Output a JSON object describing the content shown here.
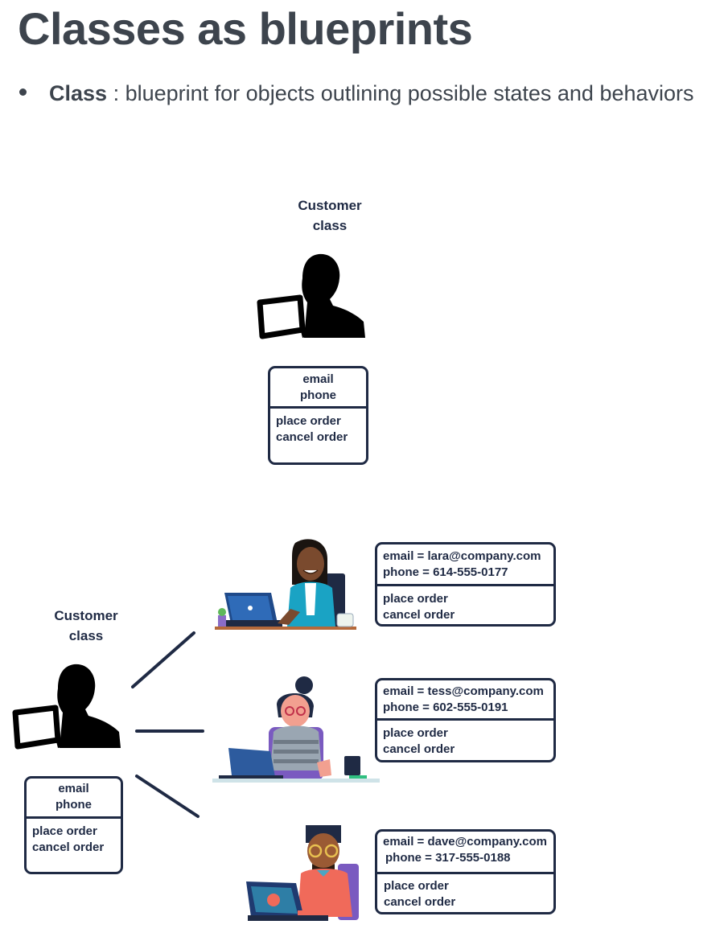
{
  "slide": {
    "title": "Classes as blueprints",
    "bullet": {
      "term": "Class",
      "separator": " : ",
      "text": "blueprint for objects outlining possible states and behaviors"
    }
  },
  "class_diagram_top": {
    "label_line1": "Customer",
    "label_line2": "class",
    "attributes": [
      "email",
      "phone"
    ],
    "methods": [
      "place order",
      "cancel order"
    ]
  },
  "class_diagram_bottom": {
    "label_line1": "Customer",
    "label_line2": "class",
    "attributes": [
      "email",
      "phone"
    ],
    "methods": [
      "place order",
      "cancel order"
    ]
  },
  "instances": [
    {
      "email": "email = lara@company.com",
      "phone": "phone = 614-555-0177",
      "methods": [
        "place order",
        "cancel order"
      ]
    },
    {
      "email": "email = tess@company.com",
      "phone": "phone = 602-555-0191",
      "methods": [
        "place order",
        "cancel order"
      ]
    },
    {
      "email": "email = dave@company.com",
      "phone": "phone = 317-555-0188",
      "methods": [
        "place order",
        "cancel order"
      ]
    }
  ],
  "colors": {
    "title_text": "#3d444d",
    "diagram_navy": "#1f2a44",
    "silhouette": "#000000"
  }
}
